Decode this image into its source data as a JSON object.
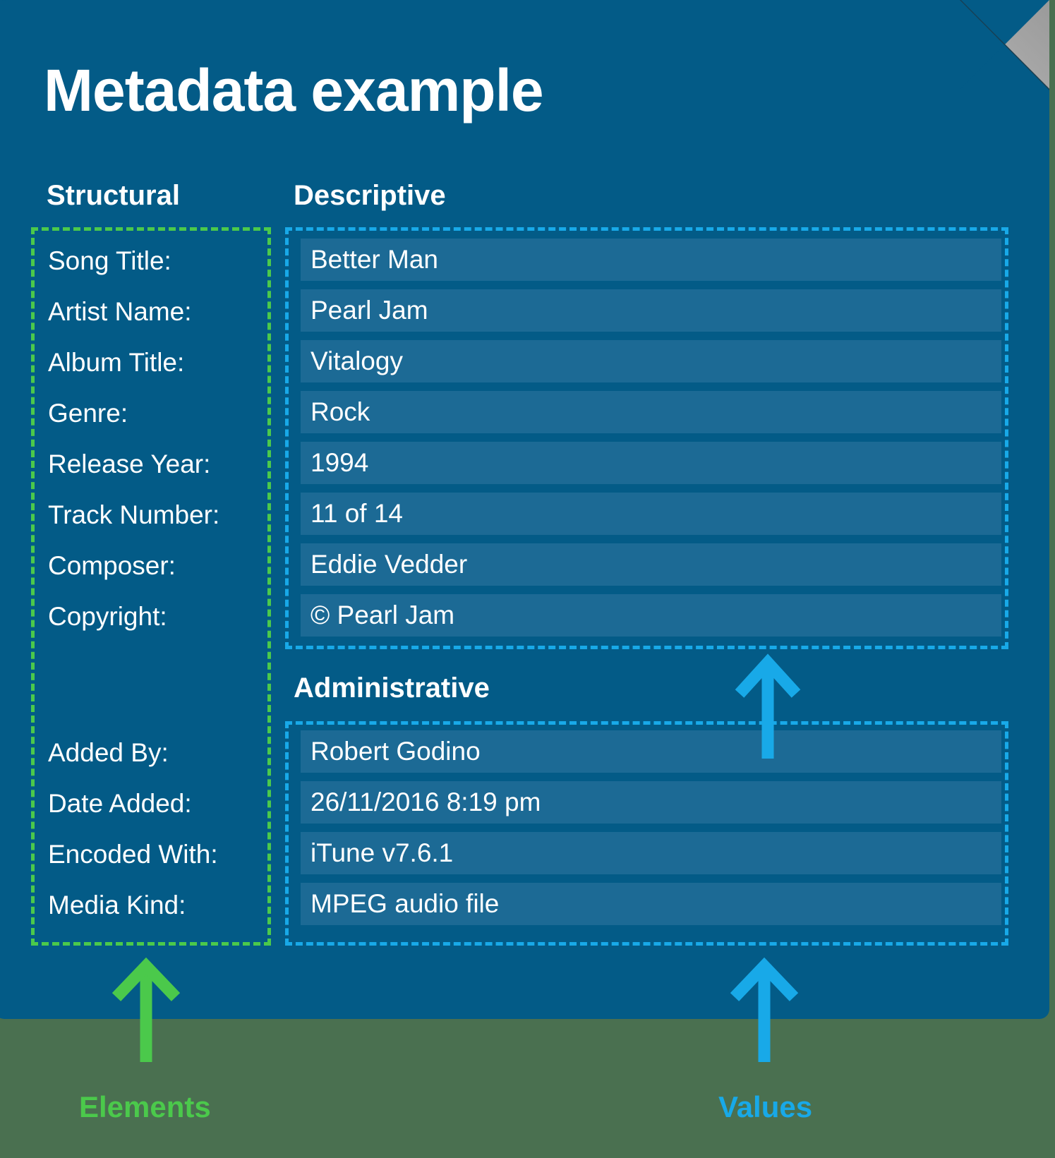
{
  "document": {
    "title": "Metadata example",
    "page_background": "#035b87",
    "outer_background": "#4a7050",
    "value_row_background": "#1c6a95",
    "fold_color": "#a6a6a6"
  },
  "columns": {
    "structural_header": "Structural",
    "descriptive_header": "Descriptive",
    "administrative_header": "Administrative"
  },
  "descriptive": {
    "rows": [
      {
        "label": "Song Title:",
        "value": "Better Man"
      },
      {
        "label": "Artist Name:",
        "value": "Pearl Jam"
      },
      {
        "label": "Album Title:",
        "value": "Vitalogy"
      },
      {
        "label": "Genre:",
        "value": "Rock"
      },
      {
        "label": "Release Year:",
        "value": "1994"
      },
      {
        "label": "Track Number:",
        "value": "11 of 14"
      },
      {
        "label": "Composer:",
        "value": "Eddie Vedder"
      },
      {
        "label": "Copyright:",
        "value": "© Pearl Jam"
      }
    ]
  },
  "administrative": {
    "rows": [
      {
        "label": "Added By:",
        "value": "Robert Godino"
      },
      {
        "label": "Date Added:",
        "value": "26/11/2016  8:19 pm"
      },
      {
        "label": "Encoded With:",
        "value": "iTune v7.6.1"
      },
      {
        "label": "Media Kind:",
        "value": "MPEG audio file"
      }
    ]
  },
  "callouts": {
    "elements": {
      "label": "Elements",
      "color": "#4bc94b"
    },
    "values": {
      "label": "Values",
      "color": "#18a9e8"
    }
  }
}
